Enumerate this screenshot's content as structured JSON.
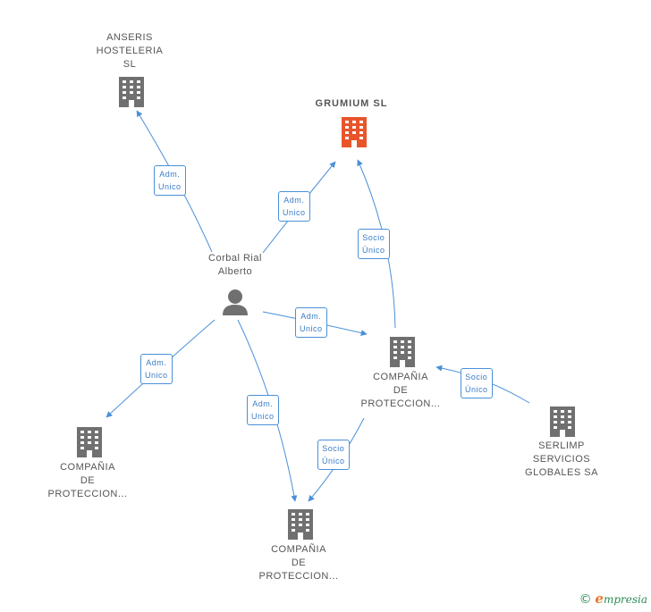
{
  "colors": {
    "edge": "#4a90d9",
    "building": "#707070",
    "building_highlight": "#e8552b",
    "person": "#707070"
  },
  "nodes": {
    "anseris": {
      "lines": [
        "ANSERIS",
        "HOSTELERIA",
        "SL"
      ],
      "icon": "building-icon"
    },
    "grumium": {
      "lines": [
        "GRUMIUM SL"
      ],
      "icon": "building-icon",
      "highlight": true
    },
    "corbal": {
      "lines": [
        "Corbal Rial",
        "Alberto"
      ],
      "icon": "person-icon"
    },
    "compania_center": {
      "lines": [
        "COMPAÑIA",
        "DE",
        "PROTECCION..."
      ],
      "icon": "building-icon"
    },
    "compania_left": {
      "lines": [
        "COMPAÑIA",
        "DE",
        "PROTECCION..."
      ],
      "icon": "building-icon"
    },
    "compania_bottom": {
      "lines": [
        "COMPAÑIA",
        "DE",
        "PROTECCION..."
      ],
      "icon": "building-icon"
    },
    "serlimp": {
      "lines": [
        "SERLIMP",
        "SERVICIOS",
        "GLOBALES SA"
      ],
      "icon": "building-icon"
    }
  },
  "edges": {
    "e1": {
      "lines": [
        "Adm.",
        "Unico"
      ]
    },
    "e2": {
      "lines": [
        "Adm.",
        "Unico"
      ]
    },
    "e3": {
      "lines": [
        "Adm.",
        "Unico"
      ]
    },
    "e4": {
      "lines": [
        "Adm.",
        "Unico"
      ]
    },
    "e5": {
      "lines": [
        "Adm.",
        "Unico"
      ]
    },
    "e6": {
      "lines": [
        "Socio",
        "Único"
      ]
    },
    "e7": {
      "lines": [
        "Socio",
        "Único"
      ]
    },
    "e8": {
      "lines": [
        "Socio",
        "Único"
      ]
    }
  },
  "footer": {
    "copyright": "©",
    "brand_initial": "e",
    "brand_rest": "mpresia"
  }
}
